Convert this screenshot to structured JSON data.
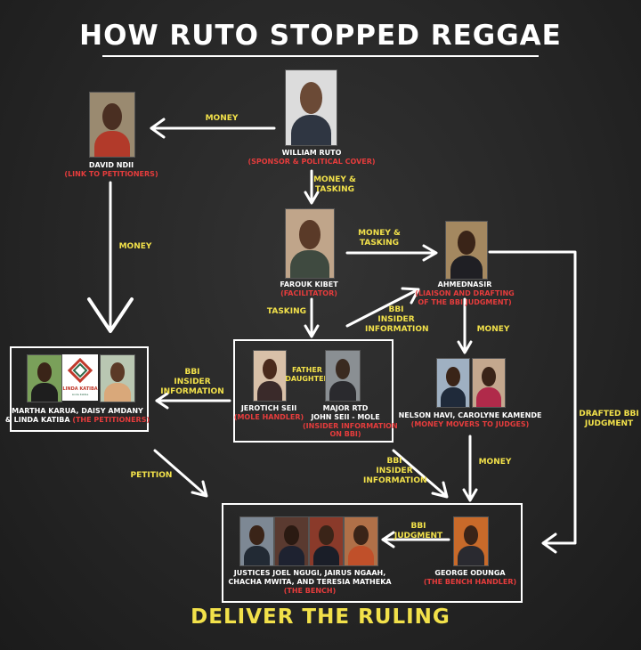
{
  "title": "HOW RUTO STOPPED REGGAE",
  "footer": "DELIVER THE RULING",
  "colors": {
    "background": "#262626",
    "text": "#ffffff",
    "label": "#f2e14a",
    "role": "#e53c3c"
  },
  "people": {
    "ruto": {
      "name": "WILLIAM RUTO",
      "role": "(SPONSOR & POLITICAL COVER)"
    },
    "ndii": {
      "name": "DAVID NDII",
      "role": "(LINK TO PETITIONERS)"
    },
    "kibet": {
      "name": "FAROUK KIBET",
      "role": "(FACILITATOR)"
    },
    "ahmednasir": {
      "name": "AHMEDNASIR",
      "role_line1": "(LIAISON AND DRAFTING",
      "role_line2": "OF THE BBI JUDGMENT)"
    },
    "petitioners": {
      "name_line1": "MARTHA KARUA, DAISY AMDANY",
      "name_line2": "& LINDA KATIBA",
      "role": "(THE PETITIONERS)"
    },
    "jerotich": {
      "name": "JEROTICH SEII",
      "role": "(MOLE HANDLER)"
    },
    "john_seii": {
      "name_line1": "MAJOR RTD",
      "name_line2": "JOHN SEII - MOLE",
      "role_line1": "(INSIDER INFORMATION",
      "role_line2": "ON BBI)"
    },
    "havi": {
      "name": "NELSON HAVI, CAROLYNE KAMENDE",
      "role": "(MONEY MOVERS TO JUDGES)"
    },
    "bench": {
      "name_line1": "JUSTICES JOEL NGUGI, JAIRUS NGAAH,",
      "name_line2": "CHACHA MWITA, AND TERESIA MATHEKA",
      "role": "(THE BENCH)"
    },
    "odunga": {
      "name": "GEORGE ODUNGA",
      "role": "(THE BENCH HANDLER)"
    }
  },
  "relation": {
    "line1": "FATHER",
    "line2": "DAUGHTER"
  },
  "logo": {
    "text": "LINDA KATIBA",
    "tagline": "Linda Katiba"
  },
  "edges": {
    "ruto_ndii": "MONEY",
    "ruto_kibet": {
      "line1": "MONEY &",
      "line2": "TASKING"
    },
    "kibet_ahmednasir": {
      "line1": "MONEY &",
      "line2": "TASKING"
    },
    "ndii_petitioners": "MONEY",
    "kibet_seii": "TASKING",
    "seii_ahmednasir": {
      "line1": "BBI",
      "line2": "INSIDER",
      "line3": "INFORMATION"
    },
    "ahmednasir_havi": "MONEY",
    "seii_petitioners": {
      "line1": "BBI",
      "line2": "INSIDER",
      "line3": "INFORMATION"
    },
    "ahmednasir_odunga": {
      "line1": "DRAFTED BBI",
      "line2": "JUDGMENT"
    },
    "petitioners_bench": "PETITION",
    "seii_odunga": {
      "line1": "BBI",
      "line2": "INSIDER",
      "line3": "INFORMATION"
    },
    "havi_odunga": "MONEY",
    "odunga_bench": {
      "line1": "BBI",
      "line2": "JUDGMENT"
    }
  }
}
